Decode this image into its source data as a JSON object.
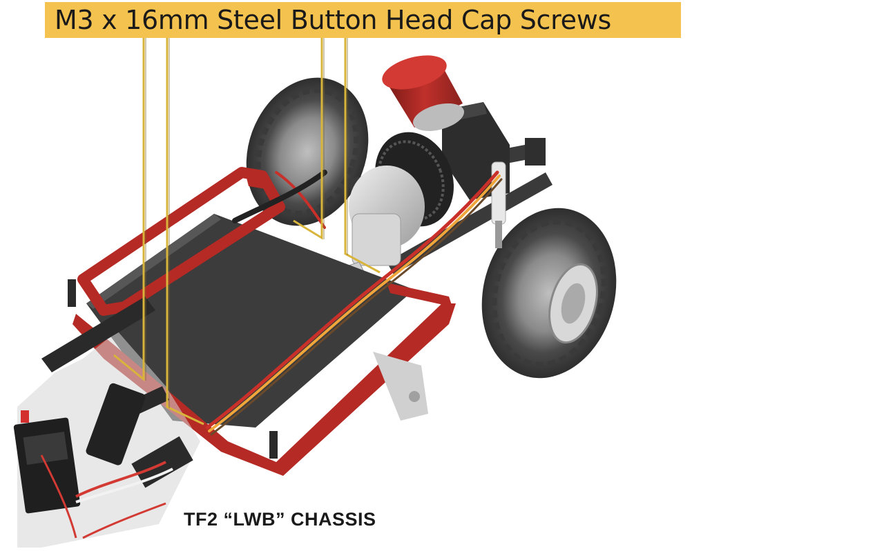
{
  "headline": "M3 x 16mm Steel Button Head Cap Screws",
  "caption": "TF2 “LWB”  CHASSIS",
  "colors": {
    "headline_bg": "#f4c24e",
    "callout_line": "#d9b43a",
    "frame_rail": "#b52a24",
    "skid_plate": "#3c3c3c",
    "tire": "#555555",
    "motor_can": "#c0302b"
  },
  "icons": [
    "rc-chassis-photo",
    "callout-leader-lines"
  ]
}
